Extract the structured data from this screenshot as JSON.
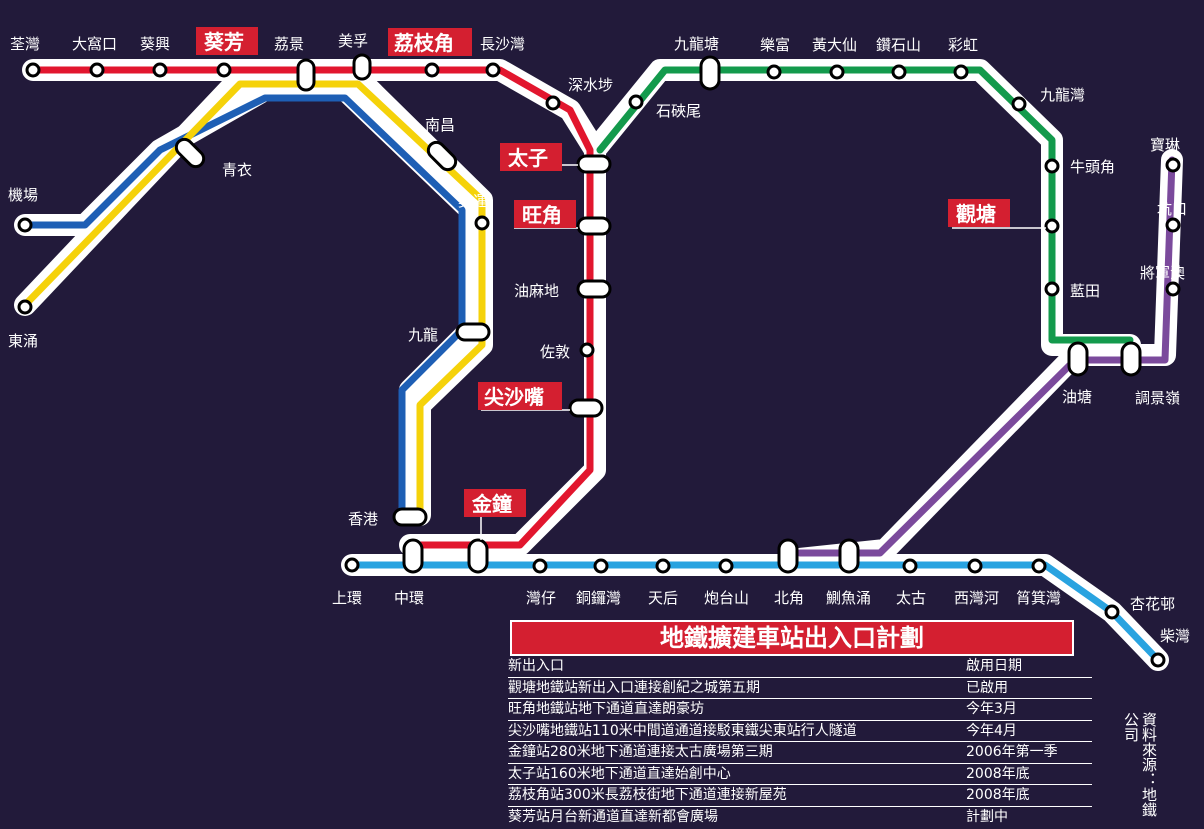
{
  "colors": {
    "background": "#221a3a",
    "tsuen_wan_line": "#e2162e",
    "kwun_tong_line": "#139a4c",
    "tung_chung_line": "#1e5fb5",
    "airport_express": "#f5d20a",
    "island_line": "#29a3e0",
    "tseung_kwan_o_line": "#7b4a9c",
    "highlight_box": "#d41f30"
  },
  "highlighted_stations": [
    "葵芳",
    "荔枝角",
    "太子",
    "旺角",
    "尖沙嘴",
    "金鐘",
    "觀塘"
  ],
  "stations": {
    "tsuen_wan": "荃灣",
    "tai_wo_hau": "大窩口",
    "kwai_hing": "葵興",
    "kwai_fong": "葵芳",
    "lai_king": "荔景",
    "mei_foo": "美孚",
    "lai_chi_kok": "荔枝角",
    "cheung_sha_wan": "長沙灣",
    "sham_shui_po": "深水埗",
    "shek_kip_mei": "石硤尾",
    "kowloon_tong": "九龍塘",
    "lok_fu": "樂富",
    "wong_tai_sin": "黃大仙",
    "diamond_hill": "鑽石山",
    "choi_hung": "彩虹",
    "kowloon_bay": "九龍灣",
    "ngau_tau_kok": "牛頭角",
    "kwun_tong": "觀塘",
    "lam_tin": "藍田",
    "yau_tong": "油塘",
    "tiu_keng_leng": "調景嶺",
    "po_lam": "寶琳",
    "hang_hau": "坑口",
    "tseung_kwan_o": "將軍澳",
    "prince_edward": "太子",
    "mong_kok": "旺角",
    "yau_ma_tei": "油麻地",
    "jordan": "佐敦",
    "tsim_sha_tsui": "尖沙嘴",
    "admiralty": "金鐘",
    "tsing_yi": "青衣",
    "airport": "機場",
    "tung_chung": "東涌",
    "nam_cheong": "南昌",
    "olympic": "奧運",
    "kowloon": "九龍",
    "hong_kong": "香港",
    "sheung_wan": "上環",
    "central": "中環",
    "wan_chai": "灣仔",
    "causeway_bay": "銅鑼灣",
    "tin_hau": "天后",
    "fortress_hill": "炮台山",
    "north_point": "北角",
    "quarry_bay": "鰂魚涌",
    "tai_koo": "太古",
    "sai_wan_ho": "西灣河",
    "shau_kei_wan": "筲箕灣",
    "heng_fa_chuen": "杏花邨",
    "chai_wan": "柴灣"
  },
  "table": {
    "title": "地鐵擴建車站出入口計劃",
    "header": {
      "entrance": "新出入口",
      "date": "啟用日期"
    },
    "rows": [
      {
        "entrance": "觀塘地鐵站新出入口連接創紀之城第五期",
        "date": "已啟用"
      },
      {
        "entrance": "旺角地鐵站地下通道直達朗豪坊",
        "date": "今年3月"
      },
      {
        "entrance": "尖沙嘴地鐵站110米中間道通道接駁東鐵尖東站行人隧道",
        "date": "今年4月"
      },
      {
        "entrance": "金鐘站280米地下通道連接太古廣場第三期",
        "date": "2006年第一季"
      },
      {
        "entrance": "太子站160米地下通道直達始創中心",
        "date": "2008年底"
      },
      {
        "entrance": "荔枝角站300米長荔枝街地下通道連接新屋苑",
        "date": "2008年底"
      },
      {
        "entrance": "葵芳站月台新通道直達新都會廣場",
        "date": "計劃中"
      }
    ]
  },
  "source": "資料來源：地鐵公司"
}
